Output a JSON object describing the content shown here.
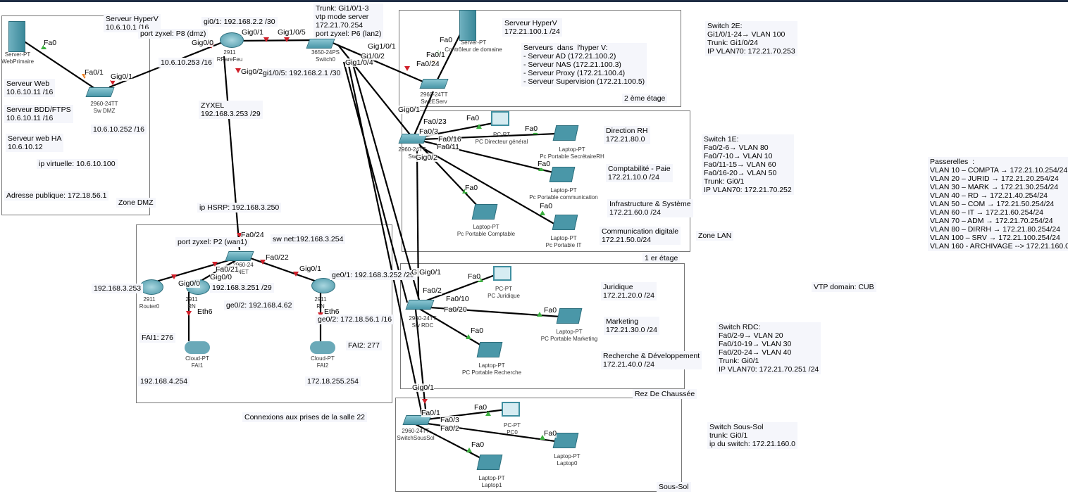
{
  "colors": {
    "link": "#000000",
    "port_down": "#d0202a",
    "port_up": "#3cb040",
    "port_wait": "#f08020",
    "device": "#4a97a8",
    "note_bg": "#f5f6fb",
    "top_bar": "#1f2d45"
  },
  "zones": {
    "dmz": "Zone DMZ",
    "lan": "Zone LAN",
    "floor2": "2 ème étage",
    "floor1": "1 er étage",
    "rdc": "Rez De Chaussée",
    "soussol": "Sous-Sol",
    "wan_caption": "Connexions aux prises de la salle 22"
  },
  "notes": {
    "dmz_hyperv": "Serveur HyperV\n10.6.10.1 /16",
    "dmz_web": "Serveur Web\n10.6.10.11 /16",
    "dmz_bdd": "Serveur BDD/FTPS\n10.6.10.11 /16",
    "dmz_webha": "Serveur web HA\n10.6.10.12",
    "dmz_vip": "ip virtuelle: 10.6.10.100",
    "dmz_public": "Adresse publique: 172.18.56.1",
    "zyxel_p8": "port zyxel: P8 (dmz)",
    "fw_dmz_ip": "10.6.10.253 /16",
    "swdmz_ip": "10.6.10.252 /16",
    "fw_gi01": "gi0/1: 192.168.2.2 /30",
    "core_info": "Trunk: Gi1/0/1-3\nvtp mode server\n172.21.70.254\nport zyxel: P6 (lan2)",
    "core_gi105": "gi1/0/5: 192.168.2.1 /30",
    "zyxel": "ZYXEL\n192.168.3.253 /29",
    "hsrp": "ip HSRP: 192.168.3.250",
    "zyxel_p2": "port zyxel: P2 (wan1)",
    "swnet_ip": "sw net:192.168.3.254",
    "router0_ip": "192.168.3.253",
    "rnet1_ip": "192.168.3.251 /29",
    "rnet1_ge02": "ge0/2: 192.168.4.62",
    "rnet2_ge01": "ge0/1: 192.168.3.252 /29",
    "rnet2_ge02": "ge0/2: 172.18.56.1 /16",
    "fai1": "FAI1: 276",
    "fai2": "FAI2: 277",
    "fai1_ip": "192.168.4.254",
    "fai2_ip": "172.18.255.254",
    "lan_hyperv": "Serveur HyperV\n172.21.100.1 /24",
    "lan_servers": "Serveurs  dans  l'hyper V:\n- Serveur AD (172.21.100.2)\n- Serveur NAS (172.21.100.3)\n- Serveur Proxy (172.21.100.4)\n- Serveur Supervision (172.21.100.5)",
    "dir_rh": "Direction RH\n172.21.80.0",
    "compta": "Comptabilité - Paie\n172.21.10.0 /24",
    "infra": "Infrastructure & Système\n172.21.60.0 /24",
    "comdig": "Communication digitale\n172.21.50.0/24",
    "juridique": "Juridique\n172.21.20.0 /24",
    "marketing": "Marketing\n172.21.30.0 /24",
    "rd": "Recherche & Développement\n172.21.40.0 /24",
    "switch2e": "Switch 2E:\nGi1/0/1-24→ VLAN 100\nTrunk: Gi1/0/24\nIP VLAN70: 172.21.70.253",
    "switch1e": "Switch 1E:\nFa0/2-6→ VLAN 80\nFa0/7-10→ VLAN 10\nFa0/11-15→ VLAN 60\nFa0/16-20→ VLAN 50\nTrunk: Gi0/1\nIP VLAN70: 172.21.70.252",
    "passerelles": "Passerelles  :\nVLAN 10 – COMPTA → 172.21.10.254/24\nVLAN 20 – JURID → 172.21.20.254/24\nVLAN 30 – MARK → 172.21.30.254/24\nVLAN 40 – RD → 172.21.40.254/24\nVLAN 50 – COM → 172.21.50.254/24\nVLAN 60 – IT → 172.21.60.254/24\nVLAN 70 – ADM → 172.21.70.254/24\nVLAN 80 – DIRRH → 172.21.80.254/24\nVLAN 100 – SRV → 172.21.100.254/24\nVLAN 160 - ARCHIVAGE --> 172.21.160.0",
    "vtp": "VTP domain: CUB",
    "switch_rdc": "Switch RDC:\nFa0/2-9→ VLAN 20\nFa0/10-19→ VLAN 30\nFa0/20-24→ VLAN 40\nTrunk: Gi0/1\nIP VLAN70: 172.21.70.251 /24",
    "switch_ss": "Switch Sous-Sol\ntrunk: Gi0/1\nip du switch: 172.21.160.0"
  },
  "devices": [
    {
      "icon": "server",
      "label": "Server-PT\nWebPrimaire"
    },
    {
      "icon": "switch",
      "label": "2960-24TT\nSw DMZ"
    },
    {
      "icon": "router",
      "label": "2911\nRPareFeu"
    },
    {
      "icon": "switch",
      "label": "3650-24PS\nSwitch0"
    },
    {
      "icon": "server",
      "label": "Server-PT\nContrôleur de domaine"
    },
    {
      "icon": "switch",
      "label": "2960-24TT\nSw2EServ"
    },
    {
      "icon": "switch",
      "label": "2960-24TT\nSw"
    },
    {
      "icon": "pc",
      "label": "PC-PT\nPC Directeur général"
    },
    {
      "icon": "laptop",
      "label": "Laptop-PT\nPc Portable SecrétaireRH"
    },
    {
      "icon": "laptop",
      "label": "Laptop-PT\nPc Portable communication"
    },
    {
      "icon": "laptop",
      "label": "Laptop-PT\nPc Portable Comptable"
    },
    {
      "icon": "laptop",
      "label": "Laptop-PT\nPc Portable IT"
    },
    {
      "icon": "switch",
      "label": "2960-24\nNET"
    },
    {
      "icon": "router",
      "label": "2911\nRouter0"
    },
    {
      "icon": "router",
      "label": "2911\nRN"
    },
    {
      "icon": "router",
      "label": "2911\nRN"
    },
    {
      "icon": "cloud",
      "label": "Cloud-PT\nFAI1"
    },
    {
      "icon": "cloud",
      "label": "Cloud-PT\nFAI2"
    },
    {
      "icon": "switch",
      "label": "2960-24TT\nSw RDC"
    },
    {
      "icon": "pc",
      "label": "PC-PT\nPC Juridique"
    },
    {
      "icon": "laptop",
      "label": "Laptop-PT\nPC Portable Marketing"
    },
    {
      "icon": "laptop",
      "label": "Laptop-PT\nPC Portable Recherche"
    },
    {
      "icon": "switch",
      "label": "2960-24TT\nSwitchSousSol"
    },
    {
      "icon": "pc",
      "label": "PC-PT\nPC0"
    },
    {
      "icon": "laptop",
      "label": "Laptop-PT\nLaptop0"
    },
    {
      "icon": "laptop",
      "label": "Laptop-PT\nLaptop1"
    }
  ],
  "ports": [
    "Fa0",
    "Fa0/1",
    "Gig0/1",
    "Gig0/0",
    "Gig0/1",
    "Gig1/0/5",
    "Gig0/2",
    "Gig1/0/1",
    "Gi1/0/2",
    "Gig1/0/4",
    "Fa0",
    "Fa0/1",
    "Fa0/24",
    "Gig0/1",
    "Fa0/23",
    "Fa0/3",
    "Fa0/16",
    "Fa0/11",
    "Gig0/2",
    "Fa0",
    "Fa0",
    "Fa0",
    "Fa0",
    "Fa0",
    "Fa0/24",
    "Fa0/21",
    "Gig0/0",
    "Gig0/0",
    "Fa0/22",
    "Gig0/1",
    "Eth6",
    "Eth6",
    "G Gig0/1",
    "Fa0/2",
    "Fa0/10",
    "Fa0/20",
    "Fa0",
    "Fa0",
    "Fa0",
    "Gig0/1",
    "Fa0/1",
    "Fa0/3",
    "Fa0/2",
    "Fa0",
    "Fa0",
    "Fa0"
  ]
}
